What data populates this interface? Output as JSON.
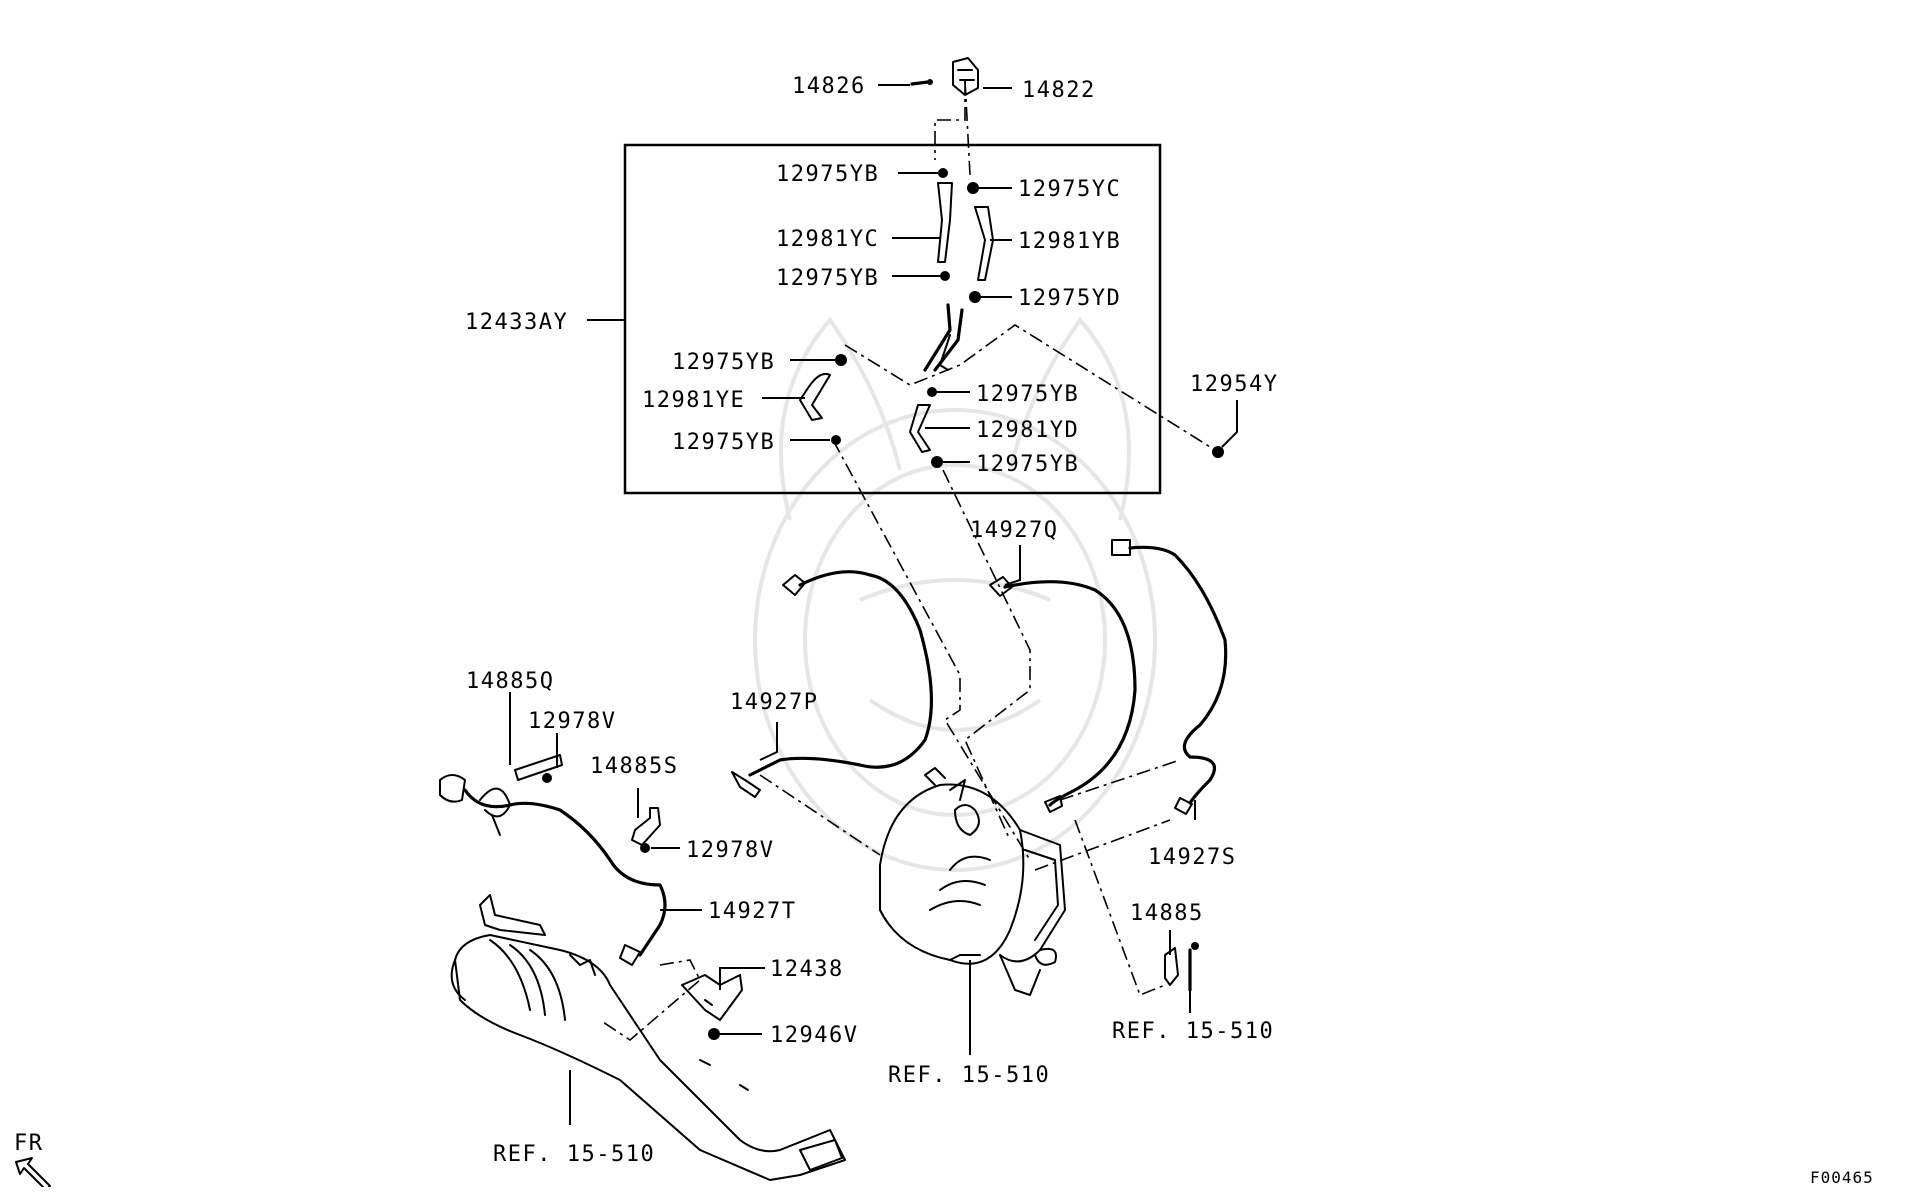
{
  "callouts": {
    "p14826": "14826",
    "p14822": "14822",
    "p12975yb_1": "12975YB",
    "p12975yc": "12975YC",
    "p12981yc": "12981YC",
    "p12981yb": "12981YB",
    "p12975yb_2": "12975YB",
    "p12975yd": "12975YD",
    "p12433ay": "12433AY",
    "p12975yb_3": "12975YB",
    "p12954y": "12954Y",
    "p12981ye": "12981YE",
    "p12975yb_4": "12975YB",
    "p12975yb_5": "12975YB",
    "p12981yd": "12981YD",
    "p12975yb_6": "12975YB",
    "p14927q": "14927Q",
    "p14885q": "14885Q",
    "p12978v_1": "12978V",
    "p14927p": "14927P",
    "p14885s": "14885S",
    "p12978v_2": "12978V",
    "p14927s": "14927S",
    "p14927t": "14927T",
    "p14885": "14885",
    "p12438": "12438",
    "p12946v": "12946V"
  },
  "references": {
    "ref_center": "REF. 15-510",
    "ref_right": "REF. 15-510",
    "ref_left": "REF. 15-510"
  },
  "direction": {
    "front": "FR",
    "icon": "front-direction-arrow-icon"
  },
  "figure_code": "F00465"
}
